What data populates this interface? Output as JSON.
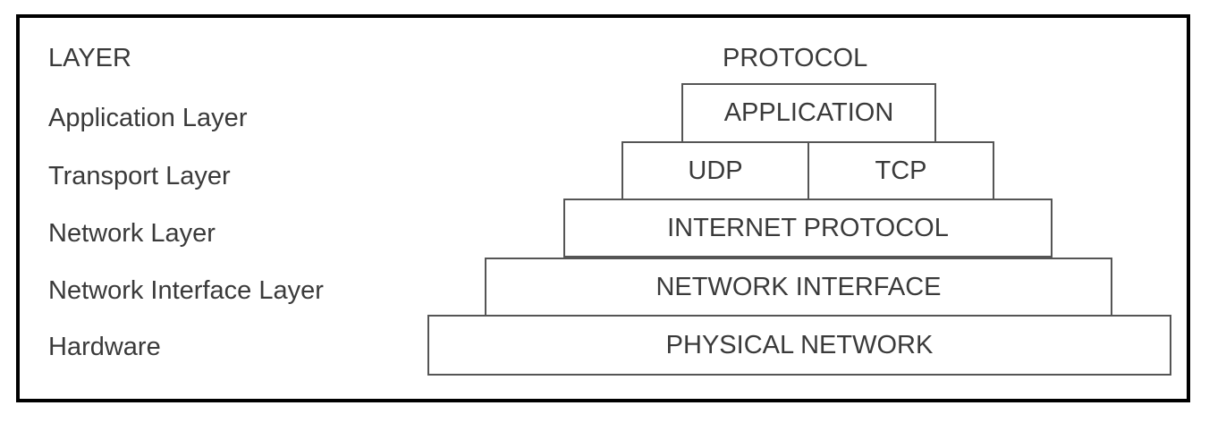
{
  "headers": {
    "layer": "LAYER",
    "protocol": "PROTOCOL"
  },
  "layers": [
    {
      "label": "Application Layer"
    },
    {
      "label": "Transport Layer"
    },
    {
      "label": "Network Layer"
    },
    {
      "label": "Network Interface Layer"
    },
    {
      "label": "Hardware"
    }
  ],
  "protocols": {
    "application": "APPLICATION",
    "udp": "UDP",
    "tcp": "TCP",
    "internet_protocol": "INTERNET PROTOCOL",
    "network_interface": "NETWORK INTERFACE",
    "physical_network": "PHYSICAL NETWORK"
  },
  "colors": {
    "frame": "#000000",
    "box_border": "#555555",
    "text": "#3a3a3a"
  }
}
